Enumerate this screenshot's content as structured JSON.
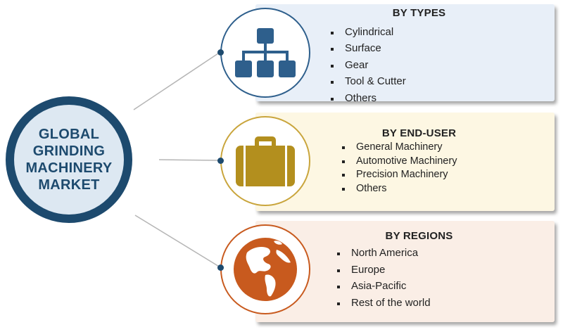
{
  "center": {
    "title": "GLOBAL GRINDING MACHINERY MARKET"
  },
  "panels": {
    "types": {
      "heading": "BY TYPES",
      "items": [
        "Cylindrical",
        "Surface",
        "Gear",
        "Tool & Cutter",
        "Others"
      ]
    },
    "end_user": {
      "heading": "BY END-USER",
      "items": [
        "General Machinery",
        "Automotive Machinery",
        "Precision Machinery",
        "Others"
      ]
    },
    "regions": {
      "heading": "BY REGIONS",
      "items": [
        "North America",
        "Europe",
        "Asia-Pacific",
        "Rest of the world"
      ]
    }
  },
  "icons": {
    "types": "hierarchy-icon",
    "end_user": "briefcase-icon",
    "regions": "globe-icon"
  },
  "colors": {
    "navy": "#1d4a6e",
    "blue_accent": "#2e5f8c",
    "gold_accent": "#c9a53c",
    "orange_accent": "#c85a1e",
    "types_bg": "#e8eff8",
    "end_user_bg": "#fdf7e3",
    "regions_bg": "#faeee6"
  }
}
